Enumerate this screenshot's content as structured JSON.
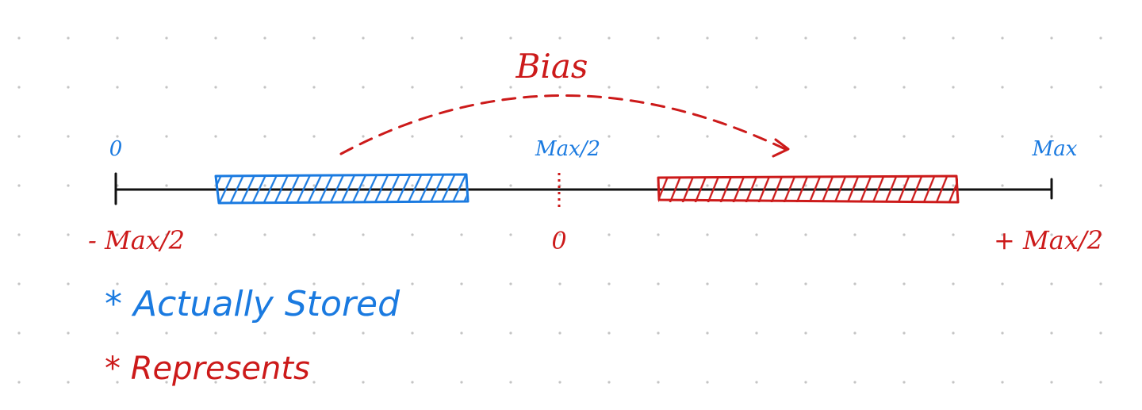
{
  "colors": {
    "stored": "#1a7ae0",
    "represents": "#cc1a1a",
    "axis": "#111111",
    "grid_dot": "#c4c4c4"
  },
  "labels": {
    "bias": "Bias",
    "top_zero": "0",
    "top_mid": "Max/2",
    "top_max": "Max",
    "bottom_min": "- Max/2",
    "bottom_zero": "0",
    "bottom_max": "+ Max/2"
  },
  "legend": {
    "stored": "* Actually Stored",
    "represents": "* Represents"
  }
}
